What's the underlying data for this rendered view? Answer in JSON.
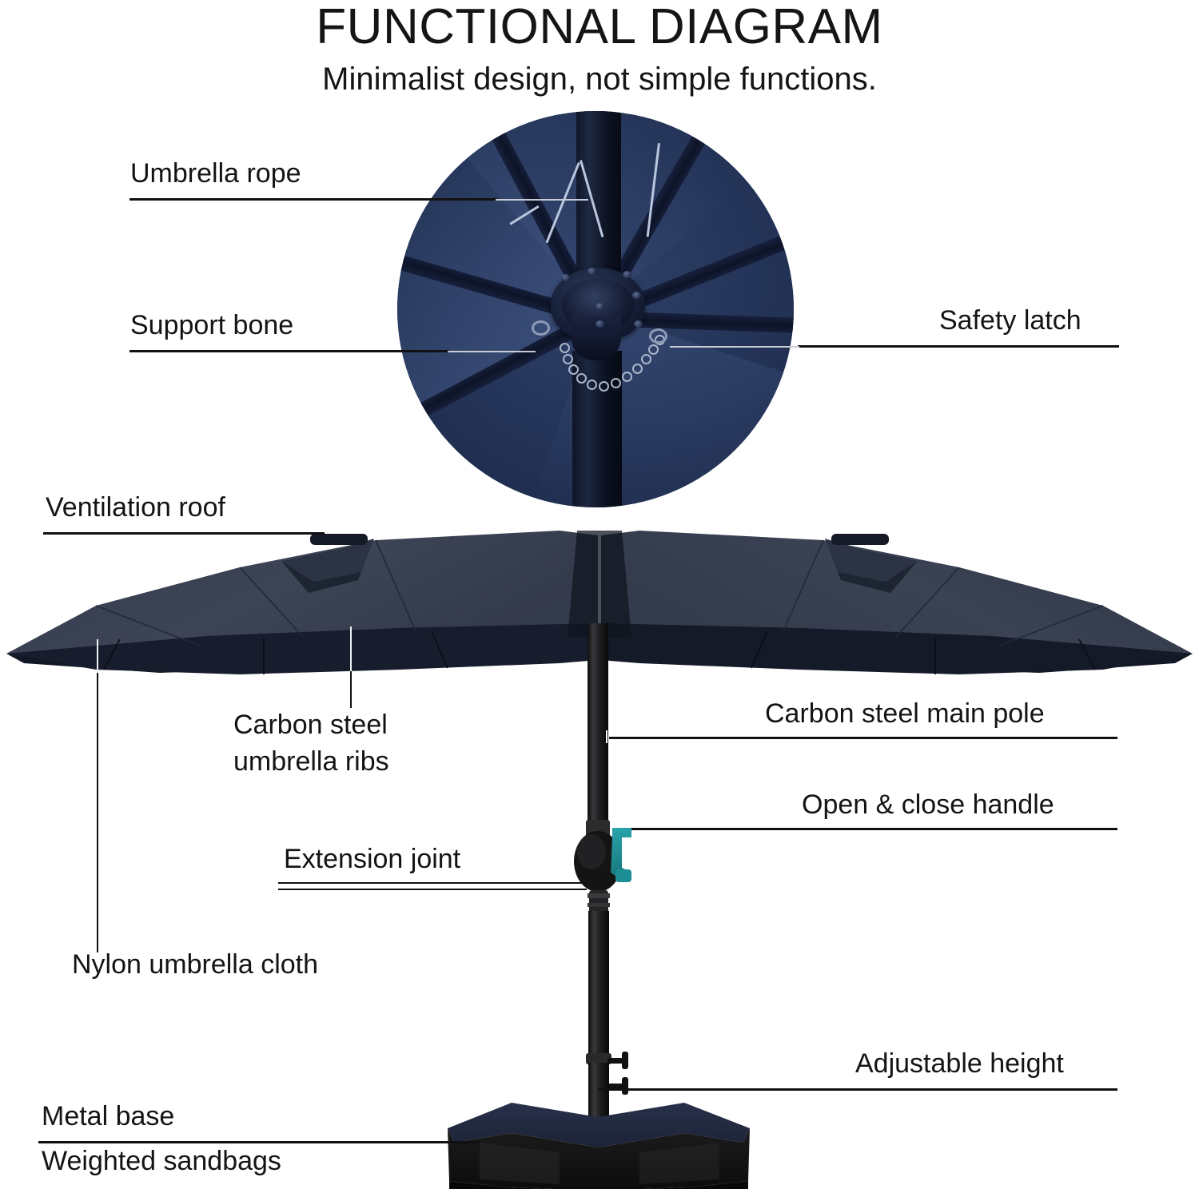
{
  "header": {
    "title": "FUNCTIONAL DIAGRAM",
    "subtitle": "Minimalist design, not simple functions."
  },
  "colors": {
    "canopy_top": "#3a4254",
    "canopy_under": "#151a29",
    "inset_blue": "#2d3c5e",
    "pole_black": "#1a1a1a",
    "crank_teal": "#1f8f96",
    "base_navy": "#222a3e",
    "base_black": "#141414",
    "text": "#141414",
    "leader_dark": "#111111",
    "leader_light": "#c9ccd6"
  },
  "inset": {
    "name": "umbrella-hub-detail",
    "shape": "circle"
  },
  "callouts": [
    {
      "id": "umbrella-rope",
      "label": "Umbrella rope",
      "side": "left"
    },
    {
      "id": "support-bone",
      "label": "Support bone",
      "side": "left"
    },
    {
      "id": "safety-latch",
      "label": "Safety latch",
      "side": "right"
    },
    {
      "id": "ventilation-roof",
      "label": "Ventilation roof",
      "side": "left"
    },
    {
      "id": "carbon-steel-ribs",
      "label": "Carbon steel\numbrella ribs",
      "line1": "Carbon steel",
      "line2": "umbrella ribs",
      "side": "left"
    },
    {
      "id": "carbon-steel-main-pole",
      "label": "Carbon steel main pole",
      "side": "right"
    },
    {
      "id": "open-close-handle",
      "label": "Open & close handle",
      "side": "right"
    },
    {
      "id": "extension-joint",
      "label": "Extension joint",
      "side": "left"
    },
    {
      "id": "nylon-umbrella-cloth",
      "label": "Nylon umbrella cloth",
      "side": "left"
    },
    {
      "id": "adjustable-height",
      "label": "Adjustable height",
      "side": "right"
    },
    {
      "id": "metal-base",
      "label": "Metal base",
      "side": "left"
    },
    {
      "id": "weighted-sandbags",
      "label": "Weighted sandbags",
      "side": "left"
    }
  ]
}
